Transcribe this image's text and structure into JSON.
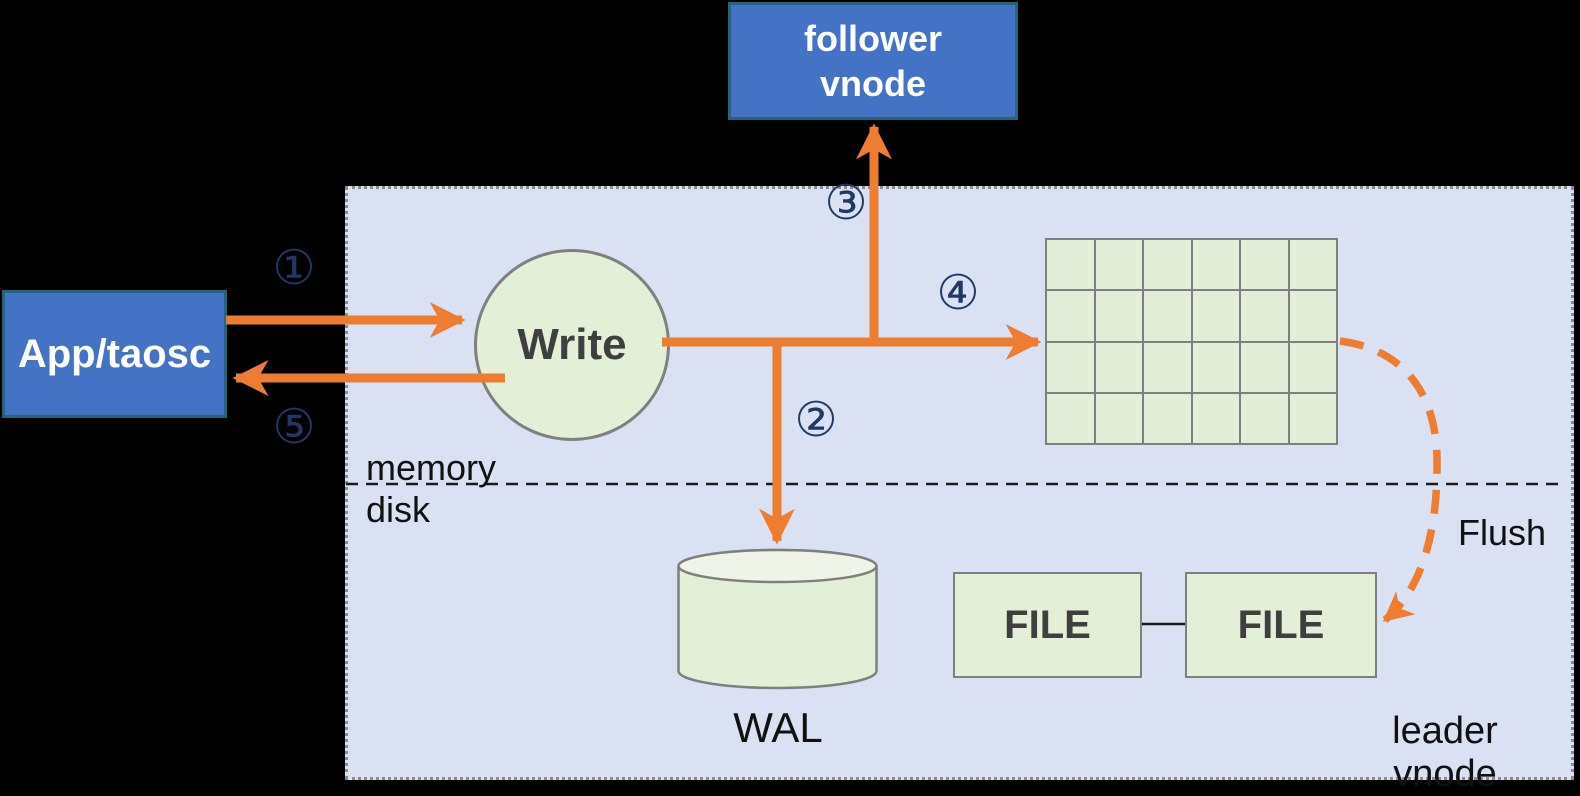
{
  "nodes": {
    "follower_vnode": "follower\nvnode",
    "app": "App/taosc",
    "write": "Write",
    "wal": "WAL",
    "file_left": "FILE",
    "file_right": "FILE"
  },
  "labels": {
    "memory": "memory",
    "disk": "disk",
    "flush": "Flush",
    "leader_vnode": "leader vnode"
  },
  "steps": {
    "step1": "①",
    "step2": "②",
    "step3": "③",
    "step4": "④",
    "step5": "⑤"
  },
  "grid": {
    "rows": 4,
    "cols": 6
  },
  "colors": {
    "background": "#000000",
    "container_fill": "#d9e1f2",
    "container_border": "#8c8c8c",
    "node_blue_fill": "#4472c4",
    "node_blue_border": "#26647b",
    "green_fill": "#e4efd8",
    "grid_cell_fill": "#e2eed8",
    "grey_stroke": "#7f7f7f",
    "arrow_orange": "#ed7d31",
    "step_number_navy": "#1f3864",
    "node_text_dark": "#3f3f3f",
    "label_text_black": "#111111"
  }
}
